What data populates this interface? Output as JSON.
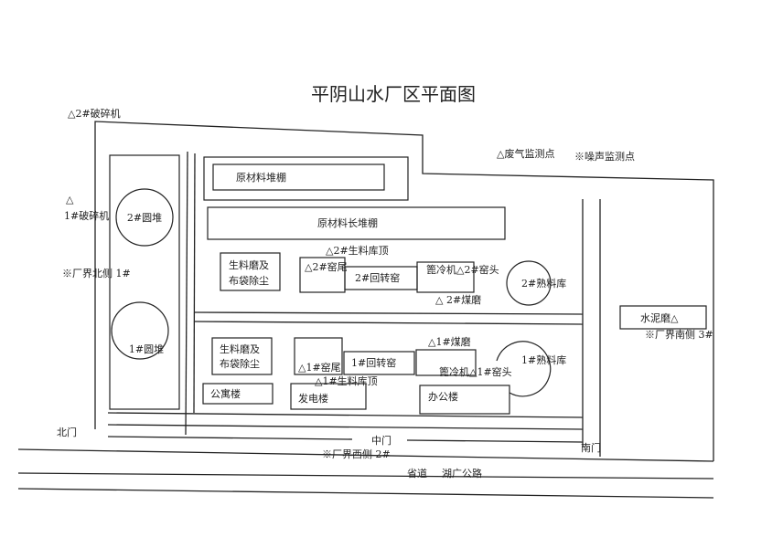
{
  "title": "平阴山水厂区平面图",
  "labels": {
    "crusher2": "△2#破碎机",
    "crusher1_mark": "△",
    "crusher1": "1#破碎机",
    "north_boundary": "※厂界北侧 1#",
    "pile2": "2#圆堆",
    "pile1": "1#圆堆",
    "raw_shed": "原材料堆棚",
    "raw_long_shed": "原材料长堆棚",
    "waste_gas_point": "△废气监测点",
    "noise_point": "※噪声监测点",
    "raw_mill2_line1": "生料磨及",
    "raw_mill2_line2": "布袋除尘",
    "raw_silo_top2": "△2#生料库顶",
    "kiln_tail2": "△2#窑尾",
    "rotary_kiln2": "2#回转窑",
    "cooler_head2": "篦冷机△2#窑头",
    "coal_mill2": "△ 2#煤磨",
    "clinker2": "2#熟料库",
    "cement_mill": "水泥磨△",
    "south_boundary": "※厂界南侧 3#",
    "raw_mill1_line1": "生料磨及",
    "raw_mill1_line2": "布袋除尘",
    "kiln_tail1": "△1#窑尾",
    "rotary_kiln1": "1#回转窑",
    "coal_mill1": "△1#煤磨",
    "cooler_head1": "篦冷机△1#窑头",
    "clinker1": "1#熟料库",
    "raw_silo_top1": "△1#生料库顶",
    "apartment": "公寓楼",
    "power_house": "发电楼",
    "office": "办公楼",
    "north_gate": "北门",
    "middle_gate": "中门",
    "south_gate": "南门",
    "west_boundary": "※厂界西侧 2#",
    "provincial_road": "省道",
    "highway": "湖广公路"
  }
}
